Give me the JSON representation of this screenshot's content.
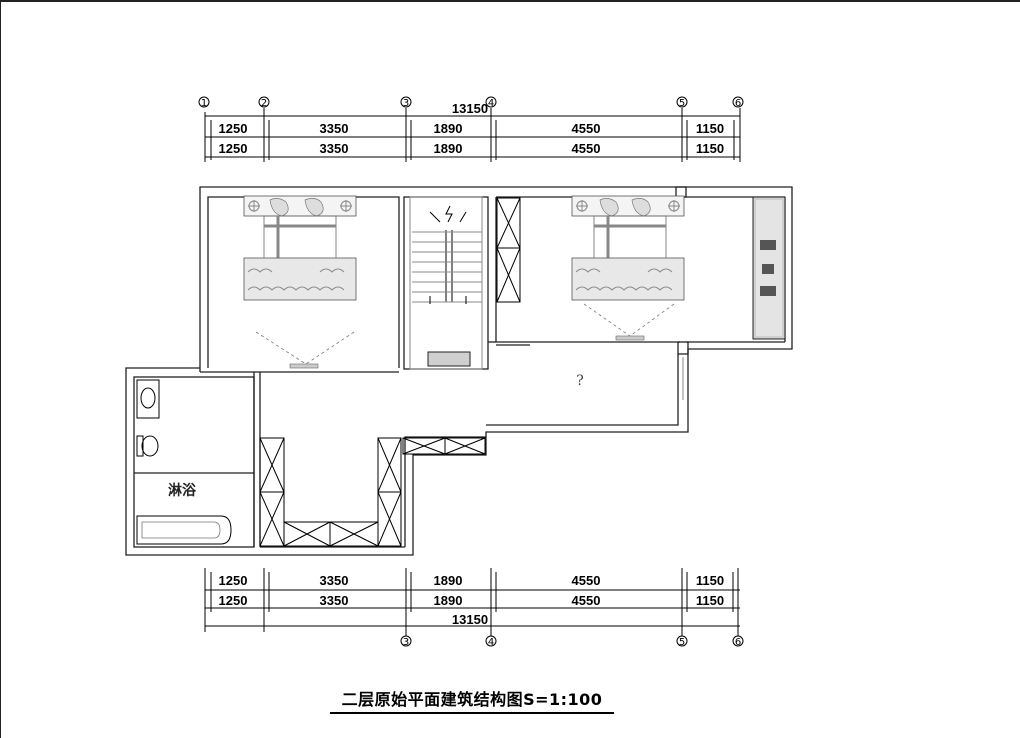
{
  "dimensions": {
    "top_total": "13150",
    "bottom_total": "13150",
    "segments": [
      "1250",
      "3350",
      "1890",
      "4550",
      "1150"
    ]
  },
  "axis_labels": {
    "top": [
      "1",
      "2",
      "3",
      "4",
      "5",
      "6"
    ],
    "bottom": [
      "3",
      "4",
      "5",
      "6"
    ]
  },
  "rooms": {
    "shower_label": "淋浴",
    "unknown_label": "?"
  },
  "title": "二层原始平面建筑结构图S=1:100"
}
